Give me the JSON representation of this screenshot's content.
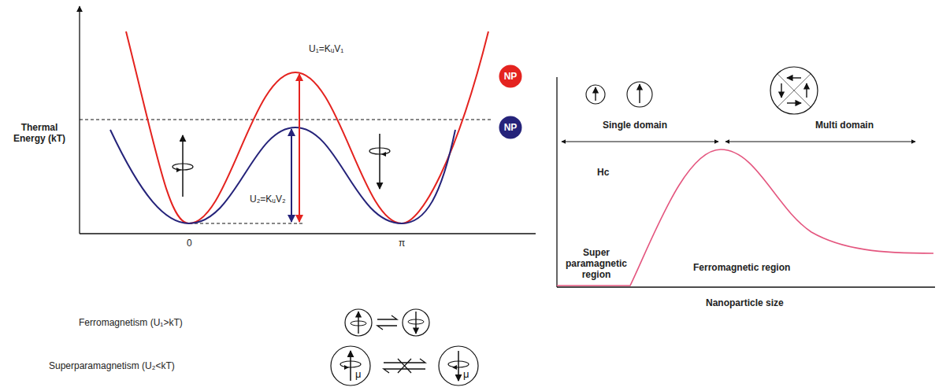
{
  "diagram": {
    "nodes": [
      {
        "text": [
          "NP"
        ]
      },
      {
        "text": [
          "NP"
        ]
      },
      {
        "text": [
          "μ"
        ]
      },
      {
        "text": [
          "μ"
        ]
      }
    ],
    "edges": [
      {
        "from": 2,
        "to": 3,
        "arrow": "both"
      }
    ],
    "labels": [
      "Thermal Energy (kT)",
      "U₁=KᵤV₁",
      "U₂=KᵤV₂",
      "0",
      "π",
      "Ferromagnetism (U₁>kT)",
      "Superparamagnetism (U₂<kT)",
      "Single domain",
      "Multi domain",
      "Hc",
      "Super paramagnetic region",
      "Ferromagnetic region",
      "Nanoparticle size"
    ]
  }
}
